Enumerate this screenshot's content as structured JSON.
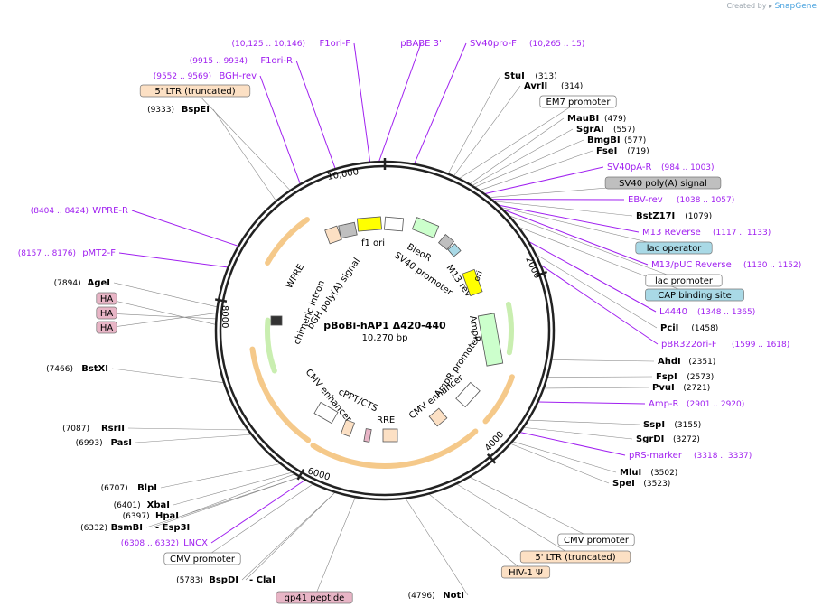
{
  "credit": {
    "prefix": "Created by",
    "brand": "SnapGene"
  },
  "plasmid": {
    "name": "pBoBi-hAP1 Δ420-440",
    "length": "10,270 bp"
  },
  "ticks": [
    "10,000",
    "2000",
    "4000",
    "6000",
    "8000"
  ],
  "colors": {
    "primer": "#a020f0",
    "tan": "#fce0c4",
    "gray": "#bfbfbf",
    "blue": "#a9d9e6",
    "pink": "#e8b5c6",
    "white": "#ffffff",
    "arrowYellow": "#ffff00",
    "arrowGreen": "#ccffcc",
    "arrowOrange": "#f5b75f"
  },
  "labels": [
    {
      "t": "primer",
      "name": "F1ori-F",
      "pos": "(10,125 .. 10,146)"
    },
    {
      "t": "primer",
      "name": "pBABE 3'",
      "pos": ""
    },
    {
      "t": "primer",
      "name": "F1ori-R",
      "pos": "(9915 .. 9934)"
    },
    {
      "t": "primer",
      "name": "SV40pro-F",
      "pos": "(10,265 .. 15)"
    },
    {
      "t": "primer",
      "name": "BGH-rev",
      "pos": "(9552 .. 9569)"
    },
    {
      "t": "feat",
      "name": "5' LTR (truncated)",
      "color": "tan"
    },
    {
      "t": "enz",
      "name": "BspEI",
      "pos": "(9333)"
    },
    {
      "t": "enz",
      "name": "StuI",
      "pos": "(313)"
    },
    {
      "t": "enz",
      "name": "AvrII",
      "pos": "(314)"
    },
    {
      "t": "feat",
      "name": "EM7 promoter",
      "color": "white"
    },
    {
      "t": "enz",
      "name": "MauBI",
      "pos": "(479)"
    },
    {
      "t": "enz",
      "name": "SgrAI",
      "pos": "(557)"
    },
    {
      "t": "enz",
      "name": "BmgBI",
      "pos": "(577)"
    },
    {
      "t": "enz",
      "name": "FseI",
      "pos": "(719)"
    },
    {
      "t": "primer",
      "name": "SV40pA-R",
      "pos": "(984 .. 1003)"
    },
    {
      "t": "feat",
      "name": "SV40 poly(A) signal",
      "color": "gray"
    },
    {
      "t": "primer",
      "name": "EBV-rev",
      "pos": "(1038 .. 1057)"
    },
    {
      "t": "enz",
      "name": "BstZ17I",
      "pos": "(1079)"
    },
    {
      "t": "primer",
      "name": "M13 Reverse",
      "pos": "(1117 .. 1133)"
    },
    {
      "t": "feat",
      "name": "lac operator",
      "color": "blue"
    },
    {
      "t": "primer",
      "name": "M13/pUC Reverse",
      "pos": "(1130 .. 1152)"
    },
    {
      "t": "feat",
      "name": "lac promoter",
      "color": "white"
    },
    {
      "t": "feat",
      "name": "CAP binding site",
      "color": "blue"
    },
    {
      "t": "primer",
      "name": "L4440",
      "pos": "(1348 .. 1365)"
    },
    {
      "t": "enz",
      "name": "PciI",
      "pos": "(1458)"
    },
    {
      "t": "primer",
      "name": "pBR322ori-F",
      "pos": "(1599 .. 1618)"
    },
    {
      "t": "enz",
      "name": "AhdI",
      "pos": "(2351)"
    },
    {
      "t": "enz",
      "name": "FspI",
      "pos": "(2573)"
    },
    {
      "t": "enz",
      "name": "PvuI",
      "pos": "(2721)"
    },
    {
      "t": "primer",
      "name": "Amp-R",
      "pos": "(2901 .. 2920)"
    },
    {
      "t": "enz",
      "name": "SspI",
      "pos": "(3155)"
    },
    {
      "t": "enz",
      "name": "SgrDI",
      "pos": "(3272)"
    },
    {
      "t": "primer",
      "name": "pRS-marker",
      "pos": "(3318 .. 3337)"
    },
    {
      "t": "enz",
      "name": "MluI",
      "pos": "(3502)"
    },
    {
      "t": "enz",
      "name": "SpeI",
      "pos": "(3523)"
    },
    {
      "t": "feat",
      "name": "CMV promoter",
      "color": "white"
    },
    {
      "t": "feat",
      "name": "5' LTR (truncated)",
      "color": "tan"
    },
    {
      "t": "feat",
      "name": "HIV-1 Ψ",
      "color": "tan"
    },
    {
      "t": "enz",
      "name": "NotI",
      "pos": "(4796)"
    },
    {
      "t": "feat",
      "name": "gp41 peptide",
      "color": "pink"
    },
    {
      "t": "enz",
      "name": "BspDI",
      "pos": "(5783)"
    },
    {
      "t": "enz",
      "name": "- ClaI",
      "pos": ""
    },
    {
      "t": "feat",
      "name": "CMV promoter",
      "color": "white"
    },
    {
      "t": "primer",
      "name": "LNCX",
      "pos": "(6308 .. 6332)"
    },
    {
      "t": "enz",
      "name": "BsmBI",
      "pos": "(6332)"
    },
    {
      "t": "enz",
      "name": "- Esp3I",
      "pos": ""
    },
    {
      "t": "enz",
      "name": "HpaI",
      "pos": "(6397)"
    },
    {
      "t": "enz",
      "name": "XbaI",
      "pos": "(6401)"
    },
    {
      "t": "enz",
      "name": "BlpI",
      "pos": "(6707)"
    },
    {
      "t": "enz",
      "name": "PasI",
      "pos": "(6993)"
    },
    {
      "t": "enz",
      "name": "RsrII",
      "pos": "(7087)"
    },
    {
      "t": "enz",
      "name": "BstXI",
      "pos": "(7466)"
    },
    {
      "t": "feat",
      "name": "HA",
      "color": "pink"
    },
    {
      "t": "feat",
      "name": "HA",
      "color": "pink"
    },
    {
      "t": "feat",
      "name": "HA",
      "color": "pink"
    },
    {
      "t": "enz",
      "name": "AgeI",
      "pos": "(7894)"
    },
    {
      "t": "primer",
      "name": "pMT2-F",
      "pos": "(8157 .. 8176)"
    },
    {
      "t": "primer",
      "name": "WPRE-R",
      "pos": "(8404 .. 8424)"
    }
  ],
  "inner_labels": [
    "f1 ori",
    "BleoR",
    "SV40 promoter",
    "M13 rev",
    "ori",
    "AmpR",
    "AmpR promoter",
    "CMV enhancer",
    "RRE",
    "cPPT/CTS",
    "CMV enhancer",
    "chimeric intron",
    "bGH poly(A) signal",
    "WPRE"
  ]
}
